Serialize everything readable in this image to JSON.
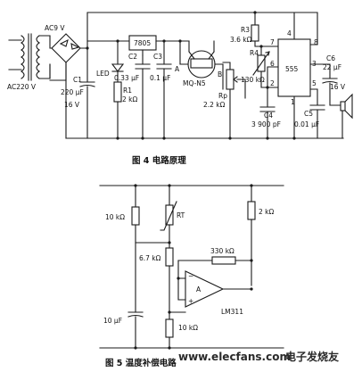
{
  "fig4": {
    "caption": "图 4 电路原理",
    "mains": "AC220 V",
    "secondary": "AC9 V",
    "regulator": "7805",
    "led": "LED",
    "sensor": "MQ-N5",
    "timer": "555",
    "pin_a": "A",
    "pin_b": "B",
    "pins": [
      "4",
      "8",
      "7",
      "6",
      "2",
      "1",
      "5",
      "3"
    ],
    "c1_name": "C1",
    "c1_value": "220 μF",
    "c1_voltage": "16 V",
    "c2_name": "C2",
    "c2_value": "0.33 μF",
    "c3_name": "C3",
    "c3_value": "0.1 μF",
    "r1_name": "R1",
    "r1_value": "2 kΩ",
    "rp_name": "Rp",
    "rp_value": "2.2 kΩ",
    "r3_name": "R3",
    "r3_value": "3.6 kΩ",
    "r4_name": "R4",
    "r4_value": "130 kΩ",
    "c4_name": "C4",
    "c4_value": "3 900 pF",
    "c5_name": "C5",
    "c5_value": "0.01 μF",
    "c6_name": "C6",
    "c6_value": "22 μF",
    "c6_voltage": "16 V"
  },
  "fig5": {
    "caption": "图 5 温度补偿电路",
    "r_top_left": "10 kΩ",
    "rt": "RT",
    "r_right": "2 kΩ",
    "r_mid": "6.7 kΩ",
    "r_feedback": "330 kΩ",
    "opamp_label": "A",
    "minus": "−",
    "plus": "+",
    "comparator": "LM311",
    "cap": "10 μF",
    "r_bottom": "10 kΩ"
  },
  "watermark": {
    "site": "www.elecfans.com",
    "brand": "电子发烧友"
  }
}
